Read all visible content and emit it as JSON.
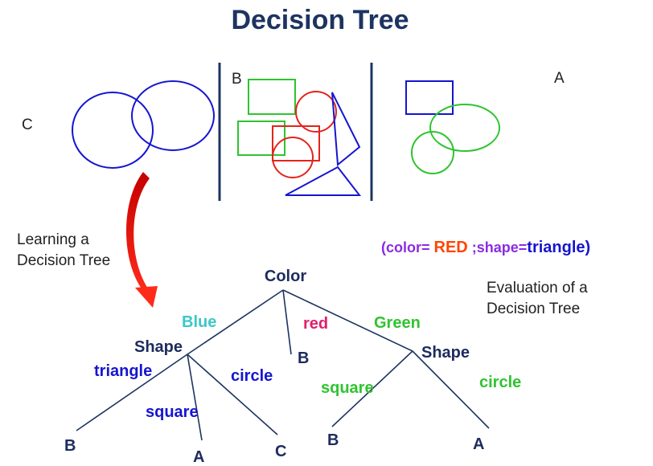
{
  "title": "Decision Tree",
  "sets": {
    "c_label": "C",
    "b_label": "B",
    "a_label": "A"
  },
  "learning_label": {
    "line1": "Learning a",
    "line2": "Decision Tree"
  },
  "query": {
    "open": "(color= ",
    "color_value": "RED",
    "middle": " ;shape=",
    "shape_value": "triangle)"
  },
  "evaluation_label": {
    "line1": "Evaluation of a",
    "line2": "Decision Tree"
  },
  "tree": {
    "root": "Color",
    "edges": {
      "blue": "Blue",
      "red": "red",
      "green": "Green",
      "triangle": "triangle",
      "square_left": "square",
      "circle_left": "circle",
      "square_right": "square",
      "circle_right": "circle"
    },
    "nodes": {
      "shape_left": "Shape",
      "shape_right": "Shape"
    },
    "leaves": {
      "triangle": "B",
      "square_left": "A",
      "circle_left": "C",
      "red": "B",
      "square_right": "B",
      "circle_right": "A"
    }
  },
  "colors": {
    "title": "#1d3461",
    "blue_shapes": "#1515d0",
    "green_shapes": "#2fc42f",
    "red_shapes": "#e3241c",
    "edge_blue": "#3cc8c8",
    "edge_red": "#e0206a",
    "edge_green": "#2fc42f",
    "edge_triangle": "#1515d0",
    "query_purple": "#8a2be2",
    "query_red": "#ff4500",
    "query_blue": "#1515d0",
    "arrow": "#ee1111"
  }
}
